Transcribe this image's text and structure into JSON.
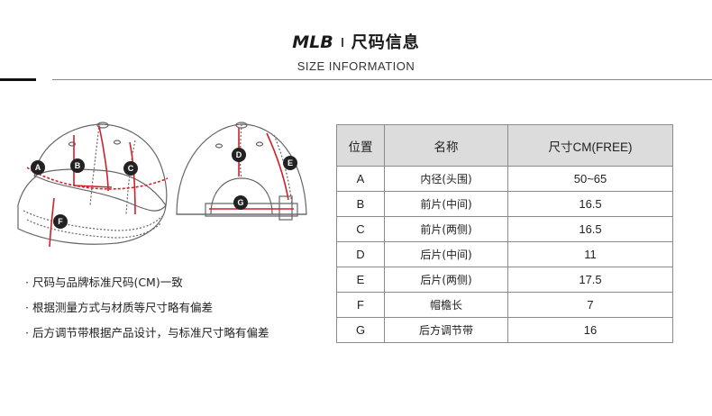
{
  "header": {
    "brand": "MLB",
    "title": "尺码信息",
    "subtitle": "SIZE INFORMATION"
  },
  "diagram": {
    "markers": [
      "A",
      "B",
      "C",
      "D",
      "E",
      "F",
      "G"
    ],
    "colors": {
      "marker": "#222222",
      "measure_line": "#d0202a",
      "outline": "#666666"
    }
  },
  "notes": [
    "· 尺码与品牌标准尺码(CM)一致",
    "· 根据测量方式与材质等尺寸略有偏差",
    "· 后方调节带根据产品设计，与标准尺寸略有偏差"
  ],
  "table": {
    "headers": [
      "位置",
      "名称",
      "尺寸CM(FREE)"
    ],
    "rows": [
      {
        "pos": "A",
        "name": "内径(头围)",
        "size": "50~65"
      },
      {
        "pos": "B",
        "name": "前片(中间)",
        "size": "16.5"
      },
      {
        "pos": "C",
        "name": "前片(两侧)",
        "size": "16.5"
      },
      {
        "pos": "D",
        "name": "后片(中间)",
        "size": "11"
      },
      {
        "pos": "E",
        "name": "后片(两侧)",
        "size": "17.5"
      },
      {
        "pos": "F",
        "name": "帽檐长",
        "size": "7"
      },
      {
        "pos": "G",
        "name": "后方调节带",
        "size": "16"
      }
    ]
  }
}
